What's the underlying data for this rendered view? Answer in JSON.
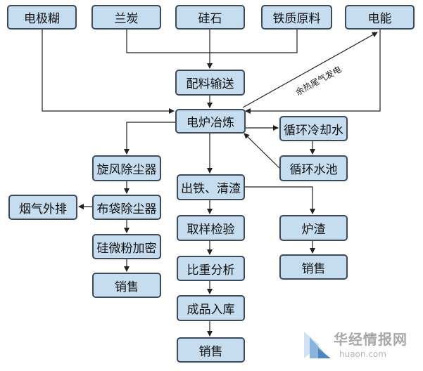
{
  "nodes": {
    "electrode_paste": "电极糊",
    "coke": "兰炭",
    "silica": "硅石",
    "iron_material": "铁质原料",
    "electricity": "电能",
    "batching": "配料输送",
    "smelting": "电炉冶炼",
    "cooling_water": "循环冷却水",
    "water_pool": "循环水池",
    "cyclone_dust": "旋风除尘器",
    "bag_dust": "布袋除尘器",
    "flue_gas_out": "烟气外排",
    "silica_fume": "硅微粉加密",
    "sales_fume": "销售",
    "tapping": "出铁、清渣",
    "sampling": "取样检验",
    "density": "比重分析",
    "storage": "成品入库",
    "sales_product": "销售",
    "slag": "炉渣",
    "sales_slag": "销售"
  },
  "edge_labels": {
    "waste_heat": "余热尾气发电"
  },
  "watermark": {
    "cn": "华经情报网",
    "en": "huaon.com",
    "colors": {
      "light": "#cfe2f3",
      "mid": "#8ab4dc",
      "dark": "#4f86c2"
    }
  }
}
